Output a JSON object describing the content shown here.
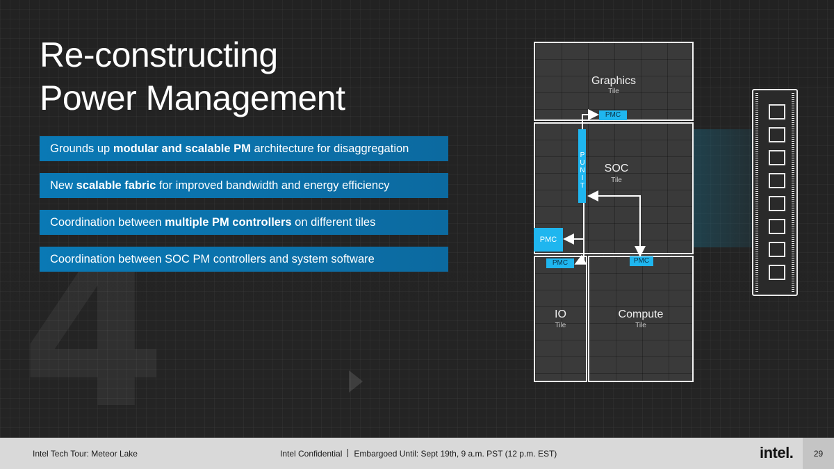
{
  "slide": {
    "title_line1": "Re-constructing",
    "title_line2": "Power Management",
    "decor_number": "4",
    "bullets": [
      {
        "pre": "Grounds up ",
        "bold": "modular and scalable PM",
        "post": " architecture for disaggregation"
      },
      {
        "pre": "New ",
        "bold": "scalable fabric",
        "post": " for improved bandwidth and energy efficiency"
      },
      {
        "pre": "Coordination between ",
        "bold": "multiple PM controllers",
        "post": " on different tiles"
      },
      {
        "pre": "Coordination between SOC PM controllers and system software",
        "bold": "",
        "post": ""
      }
    ]
  },
  "diagram": {
    "tiles": {
      "graphics": {
        "name": "Graphics",
        "sub": "Tile"
      },
      "soc": {
        "name": "SOC",
        "sub": "Tile"
      },
      "io": {
        "name": "IO",
        "sub": "Tile"
      },
      "compute": {
        "name": "Compute",
        "sub": "Tile"
      }
    },
    "pmc_label": "PMC",
    "punit_label": "PUNIT",
    "accent_color": "#1fb6ef"
  },
  "footer": {
    "left": "Intel Tech Tour: Meteor Lake",
    "mid_a": "Intel Confidential",
    "mid_b": "Embargoed Until: Sept 19th, 9 a.m. PST (12 p.m. EST)",
    "logo": "intel.",
    "page": "29"
  }
}
